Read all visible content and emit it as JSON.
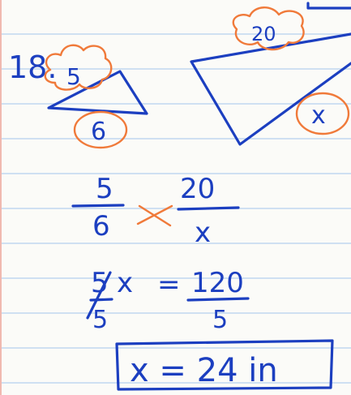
{
  "problem": {
    "number": "18.",
    "small_triangle": {
      "hypotenuse": "5",
      "base": "6"
    },
    "large_triangle": {
      "hypotenuse": "20",
      "base": "x"
    }
  },
  "work": {
    "line1": {
      "left_num": "5",
      "left_den": "6",
      "right_num": "20",
      "right_den": "x"
    },
    "line2": {
      "left_num": "5",
      "left_var": "x",
      "equals": "=",
      "right_num": "120",
      "right_den": "5",
      "left_den": "5"
    },
    "answer": "x = 24 in"
  },
  "colors": {
    "pen": "#1c3fc0",
    "annotation": "#f07a3a",
    "rule": "#cfe0f2"
  }
}
